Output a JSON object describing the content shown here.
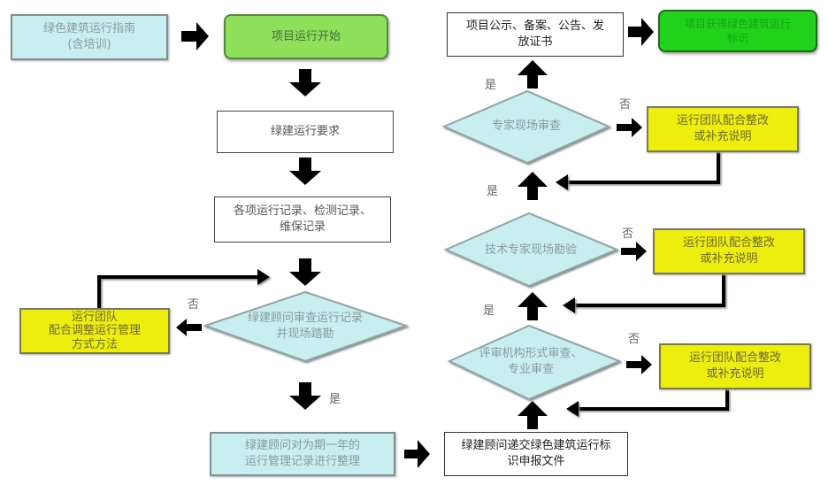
{
  "colors": {
    "cyan_fill": "#c9eef0",
    "lime_fill": "#8ee05a",
    "green_fill": "#20d21c",
    "yellow_fill": "#eded0e",
    "arrow": "#000000"
  },
  "nodes": {
    "guide": "绿色建筑运行指南\n(含培训)",
    "start": "项目运行开始",
    "requirements": "绿建运行要求",
    "records": "各项运行记录、检测记录、\n维保记录",
    "consultant_review": "绿建顾问审查运行记录\n并现场踏勘",
    "team_adjust": "运行团队\n配合调整运行管理\n方式方法",
    "organize_records": "绿建顾问对为期一年的\n运行管理记录进行整理",
    "submit": "绿建顾问递交绿色建筑运行标\n识申报文件",
    "formal_review": "评审机构形式审查、\n专业审查",
    "fix_3": "运行团队配合整改\n或补充说明",
    "tech_inspection": "技术专家现场勘验",
    "fix_2": "运行团队配合整改\n或补充说明",
    "expert_review": "专家现场审查",
    "fix_1": "运行团队配合整改\n或补充说明",
    "publicity": "项目公示、备案、公告、发\n放证书",
    "obtain_label": "项目获得绿色建筑运行\n标识"
  },
  "labels": {
    "yes": "是",
    "no": "否"
  }
}
